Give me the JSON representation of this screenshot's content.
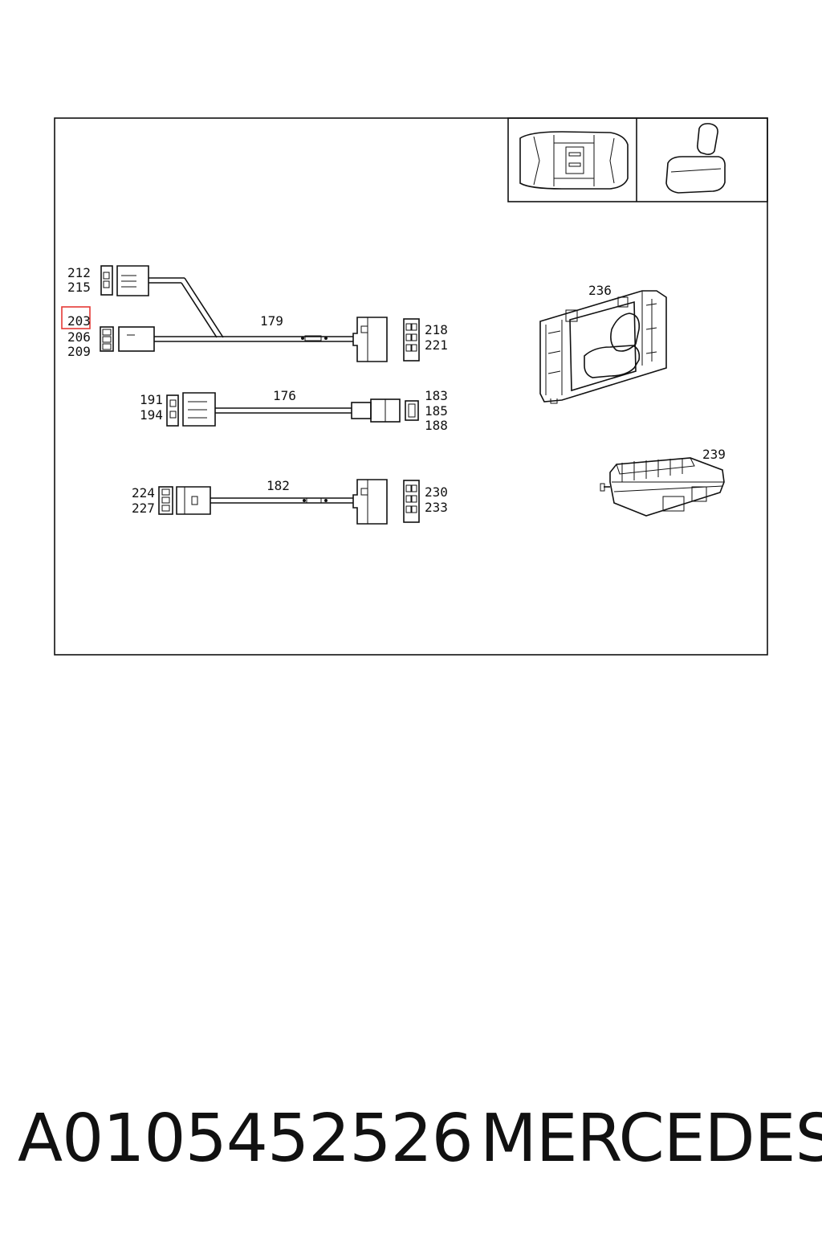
{
  "callouts": {
    "c212": "212",
    "c215": "215",
    "c203": "203",
    "c206": "206",
    "c209": "209",
    "c179": "179",
    "c218": "218",
    "c221": "221",
    "c191": "191",
    "c194": "194",
    "c176": "176",
    "c183": "183",
    "c185": "185",
    "c188": "188",
    "c224": "224",
    "c227": "227",
    "c182": "182",
    "c230": "230",
    "c233": "233",
    "c236": "236",
    "c239": "239"
  },
  "highlight": {
    "callout": "203",
    "color": "#e53935"
  },
  "footer": {
    "part_number": "A0105452526",
    "brand": "MERCEDES"
  }
}
